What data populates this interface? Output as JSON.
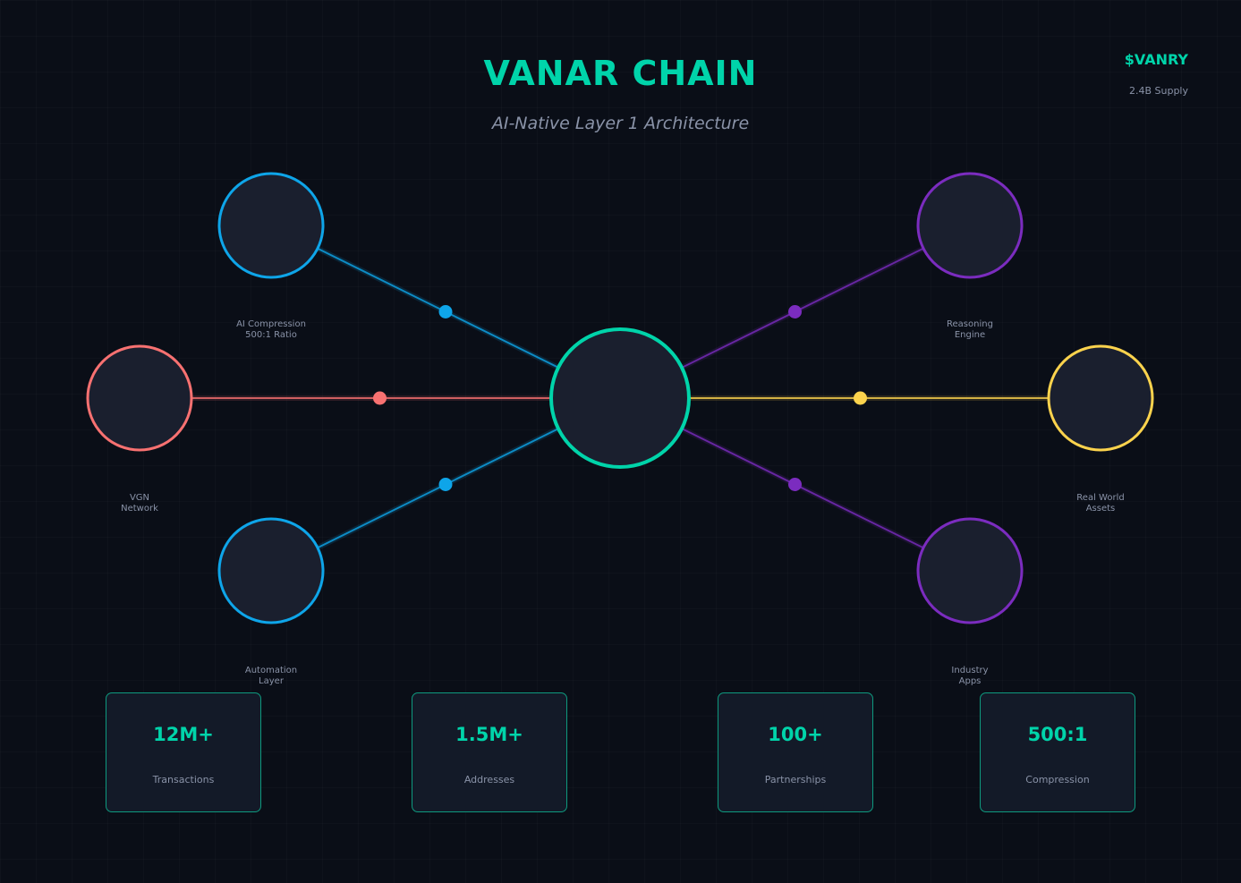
{
  "header": {
    "title": "VANAR CHAIN",
    "subtitle": "AI-Native Layer 1 Architecture",
    "token": "$VANRY",
    "supply": "2.4B Supply"
  },
  "colors": {
    "background": "#0a0e17",
    "accent": "#00d4aa",
    "node_fill": "#1a1f2e",
    "blue": "#0ea5e9",
    "red": "#f87171",
    "purple": "#7b2cbf",
    "yellow": "#fcd34d",
    "muted_text": "#8a93a8"
  },
  "diagram": {
    "hub": {
      "label": "",
      "color": "#00d4aa"
    },
    "nodes": [
      {
        "id": "ai-compression",
        "label": "AI Compression\n500:1 Ratio",
        "color": "#0ea5e9"
      },
      {
        "id": "vgn-network",
        "label": "VGN\nNetwork",
        "color": "#f87171"
      },
      {
        "id": "automation-layer",
        "label": "Automation\nLayer",
        "color": "#0ea5e9"
      },
      {
        "id": "reasoning-engine",
        "label": "Reasoning\nEngine",
        "color": "#7b2cbf"
      },
      {
        "id": "real-world-assets",
        "label": "Real World\nAssets",
        "color": "#fcd34d"
      },
      {
        "id": "industry-apps",
        "label": "Industry\nApps",
        "color": "#7b2cbf"
      }
    ]
  },
  "stats": [
    {
      "value": "12M+",
      "label": "Transactions"
    },
    {
      "value": "1.5M+",
      "label": "Addresses"
    },
    {
      "value": "100+",
      "label": "Partnerships"
    },
    {
      "value": "500:1",
      "label": "Compression"
    }
  ]
}
